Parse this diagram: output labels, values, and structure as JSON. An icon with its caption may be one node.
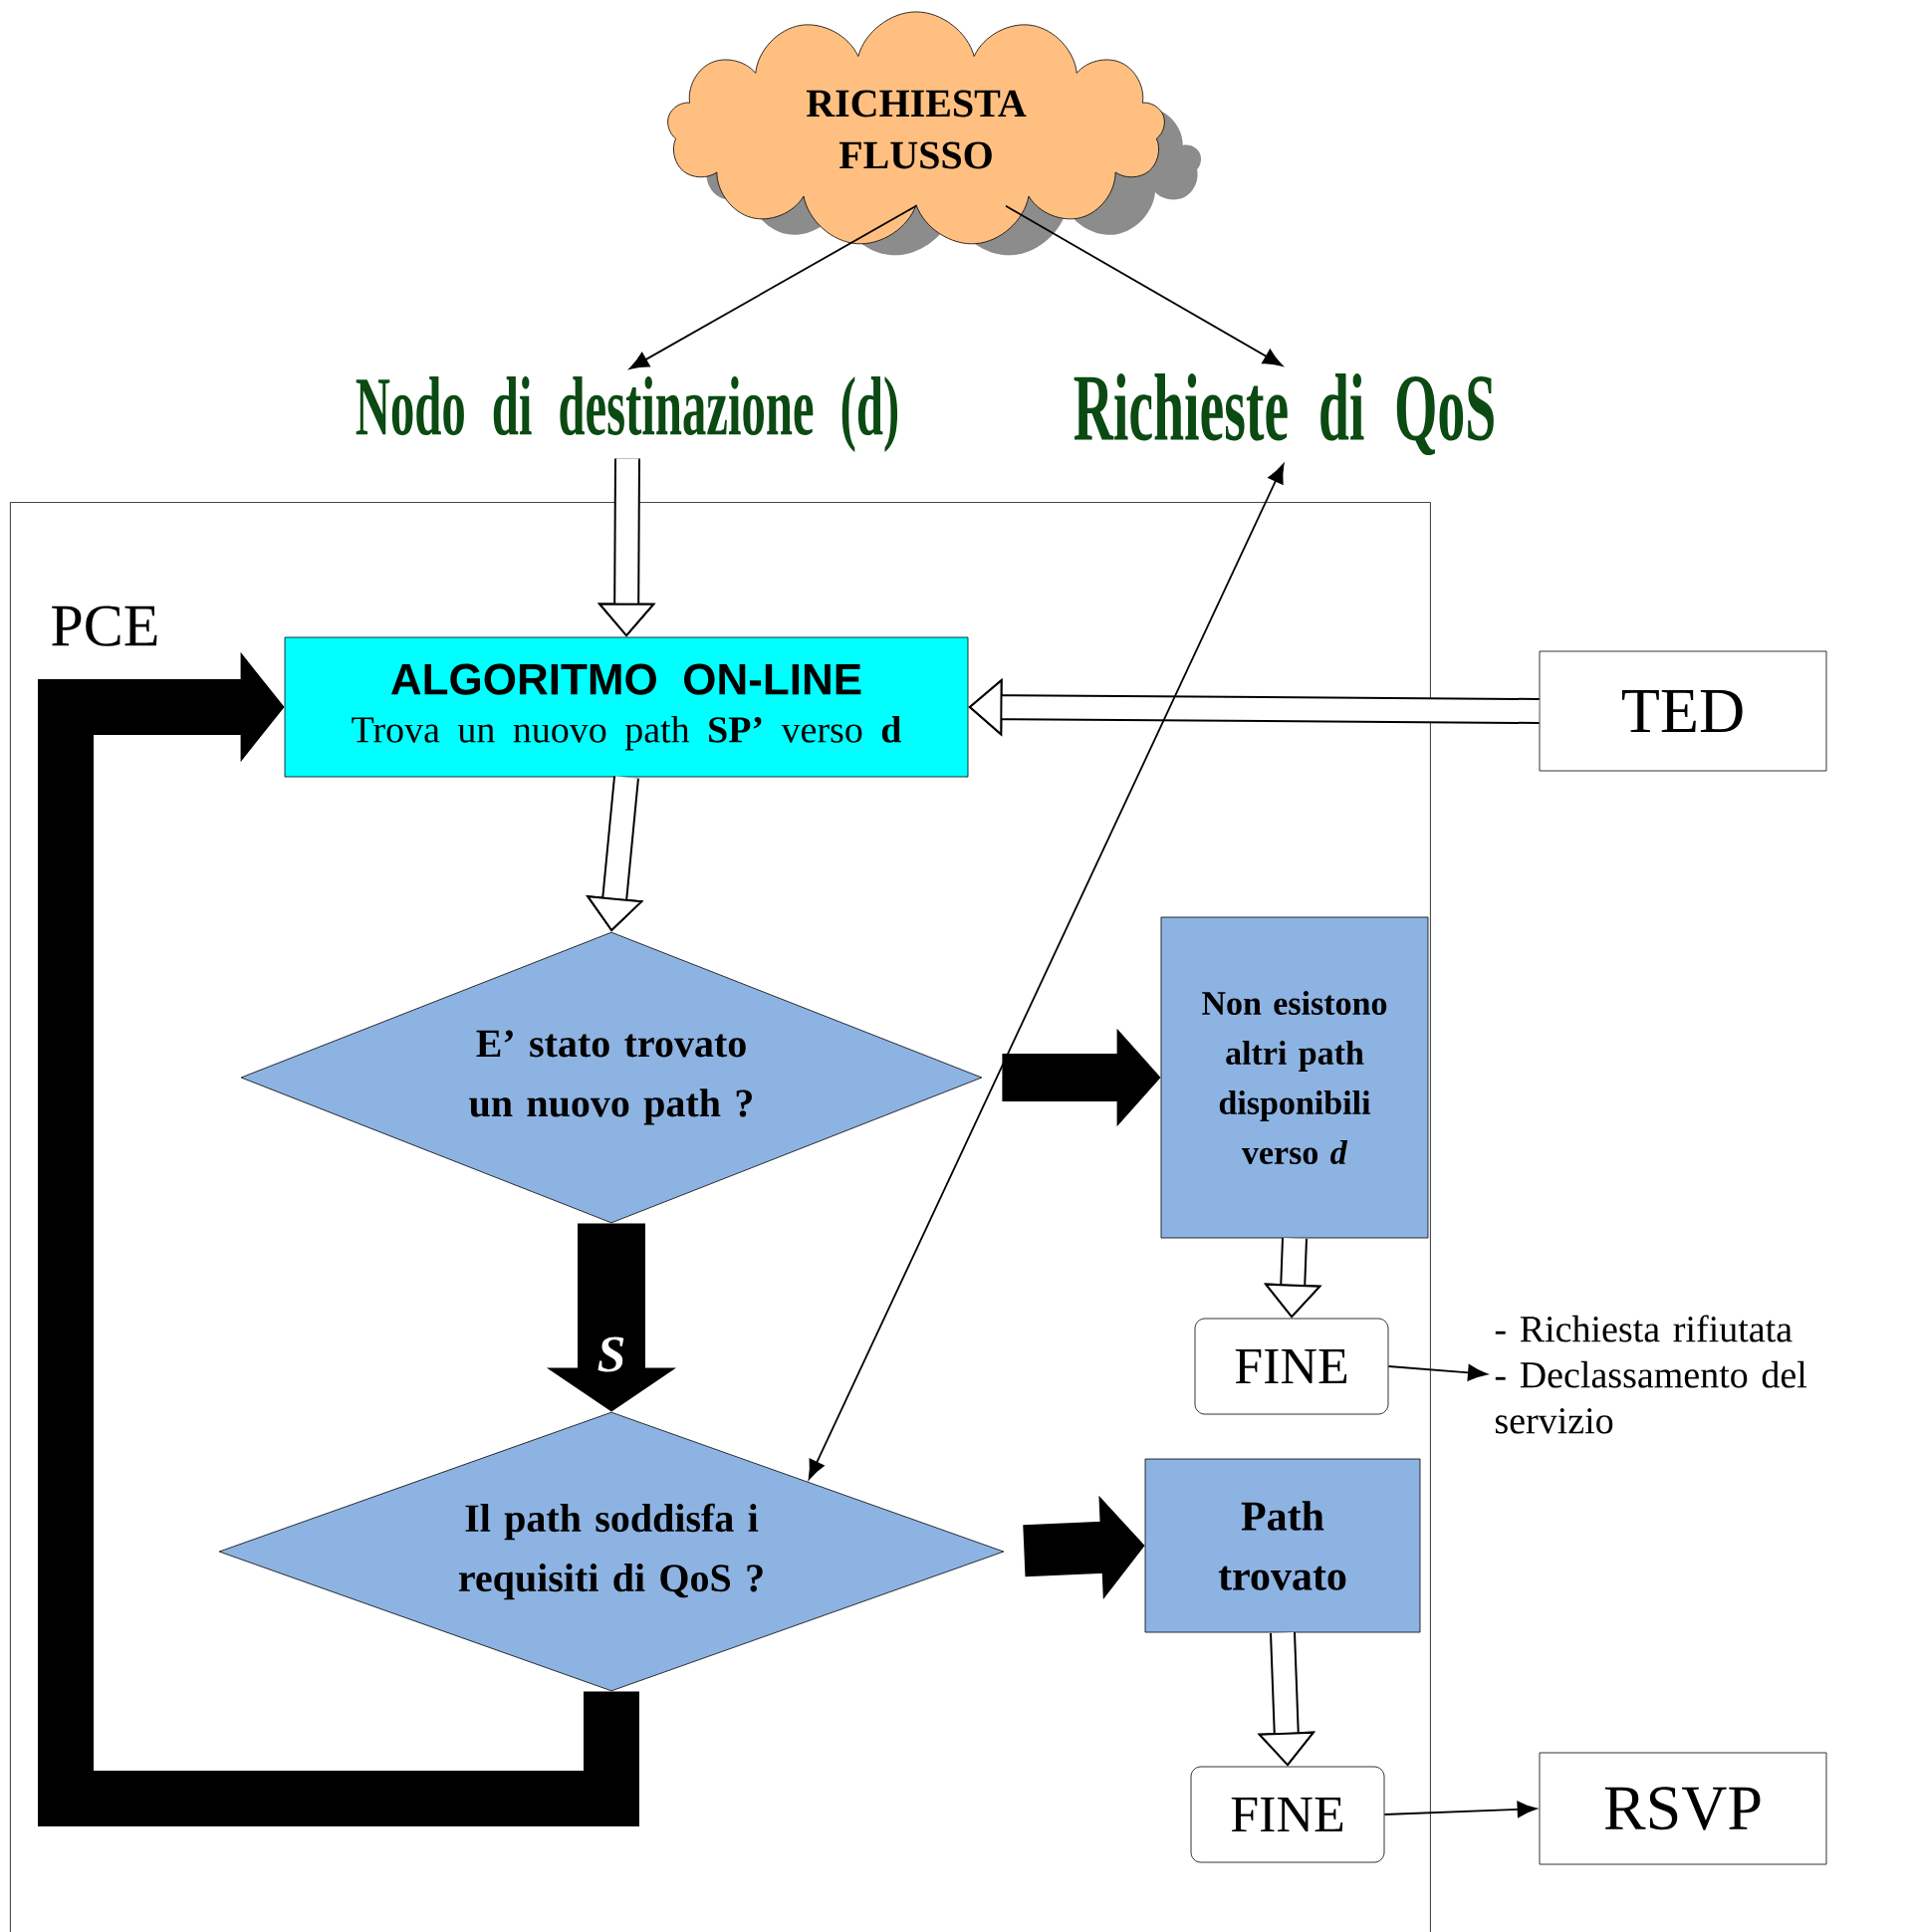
{
  "diagram": {
    "nodes": [
      {
        "text": [
          "RICHIESTA FLUSSO"
        ]
      },
      {
        "text": [
          "Nodo di destinazione (d)"
        ]
      },
      {
        "text": [
          "Richieste di QoS"
        ]
      },
      {
        "text": [
          "PCE"
        ]
      },
      {
        "text": [
          "ALGORITMO ON-LINE",
          "Trova un nuovo path **SP’** verso **d**"
        ],
        "in": 3
      },
      {
        "text": [
          "E’ stato trovato un nuovo path ?"
        ],
        "in": 3
      },
      {
        "text": [
          "Non esistono altri path disponibili verso *d*"
        ],
        "in": 3
      },
      {
        "text": [
          "Il path soddisfa i requisiti di QoS ?"
        ],
        "in": 3
      },
      {
        "text": [
          "Path trovato"
        ],
        "in": 3
      },
      {
        "text": [
          "FINE"
        ],
        "in": 3
      },
      {
        "text": [
          "FINE"
        ],
        "in": 3
      },
      {
        "text": [
          "TED"
        ]
      },
      {
        "text": [
          "RSVP"
        ]
      },
      {
        "text": [
          "- Richiesta rifiutata",
          "- Declassamento del servizio"
        ]
      }
    ],
    "edges": [
      {
        "from": 0,
        "to": 1,
        "arrow": "to"
      },
      {
        "from": 0,
        "to": 2,
        "arrow": "to"
      },
      {
        "from": 1,
        "to": 4,
        "arrow": "to"
      },
      {
        "from": 11,
        "to": 4,
        "arrow": "to"
      },
      {
        "from": 4,
        "to": 5,
        "arrow": "to"
      },
      {
        "from": 5,
        "to": 6,
        "arrow": "to",
        "style": "thick"
      },
      {
        "from": 5,
        "to": 7,
        "arrow": "to",
        "style": "thick",
        "label": "S"
      },
      {
        "from": 7,
        "to": 2,
        "arrow": "both"
      },
      {
        "from": 6,
        "to": 9,
        "arrow": "to"
      },
      {
        "from": 9,
        "to": 13,
        "arrow": "to"
      },
      {
        "from": 7,
        "to": 8,
        "arrow": "to",
        "style": "thick"
      },
      {
        "from": 7,
        "to": 4,
        "arrow": "to",
        "style": "thick"
      },
      {
        "from": 8,
        "to": 10,
        "arrow": "to"
      },
      {
        "from": 10,
        "to": 12,
        "arrow": "to"
      }
    ]
  }
}
